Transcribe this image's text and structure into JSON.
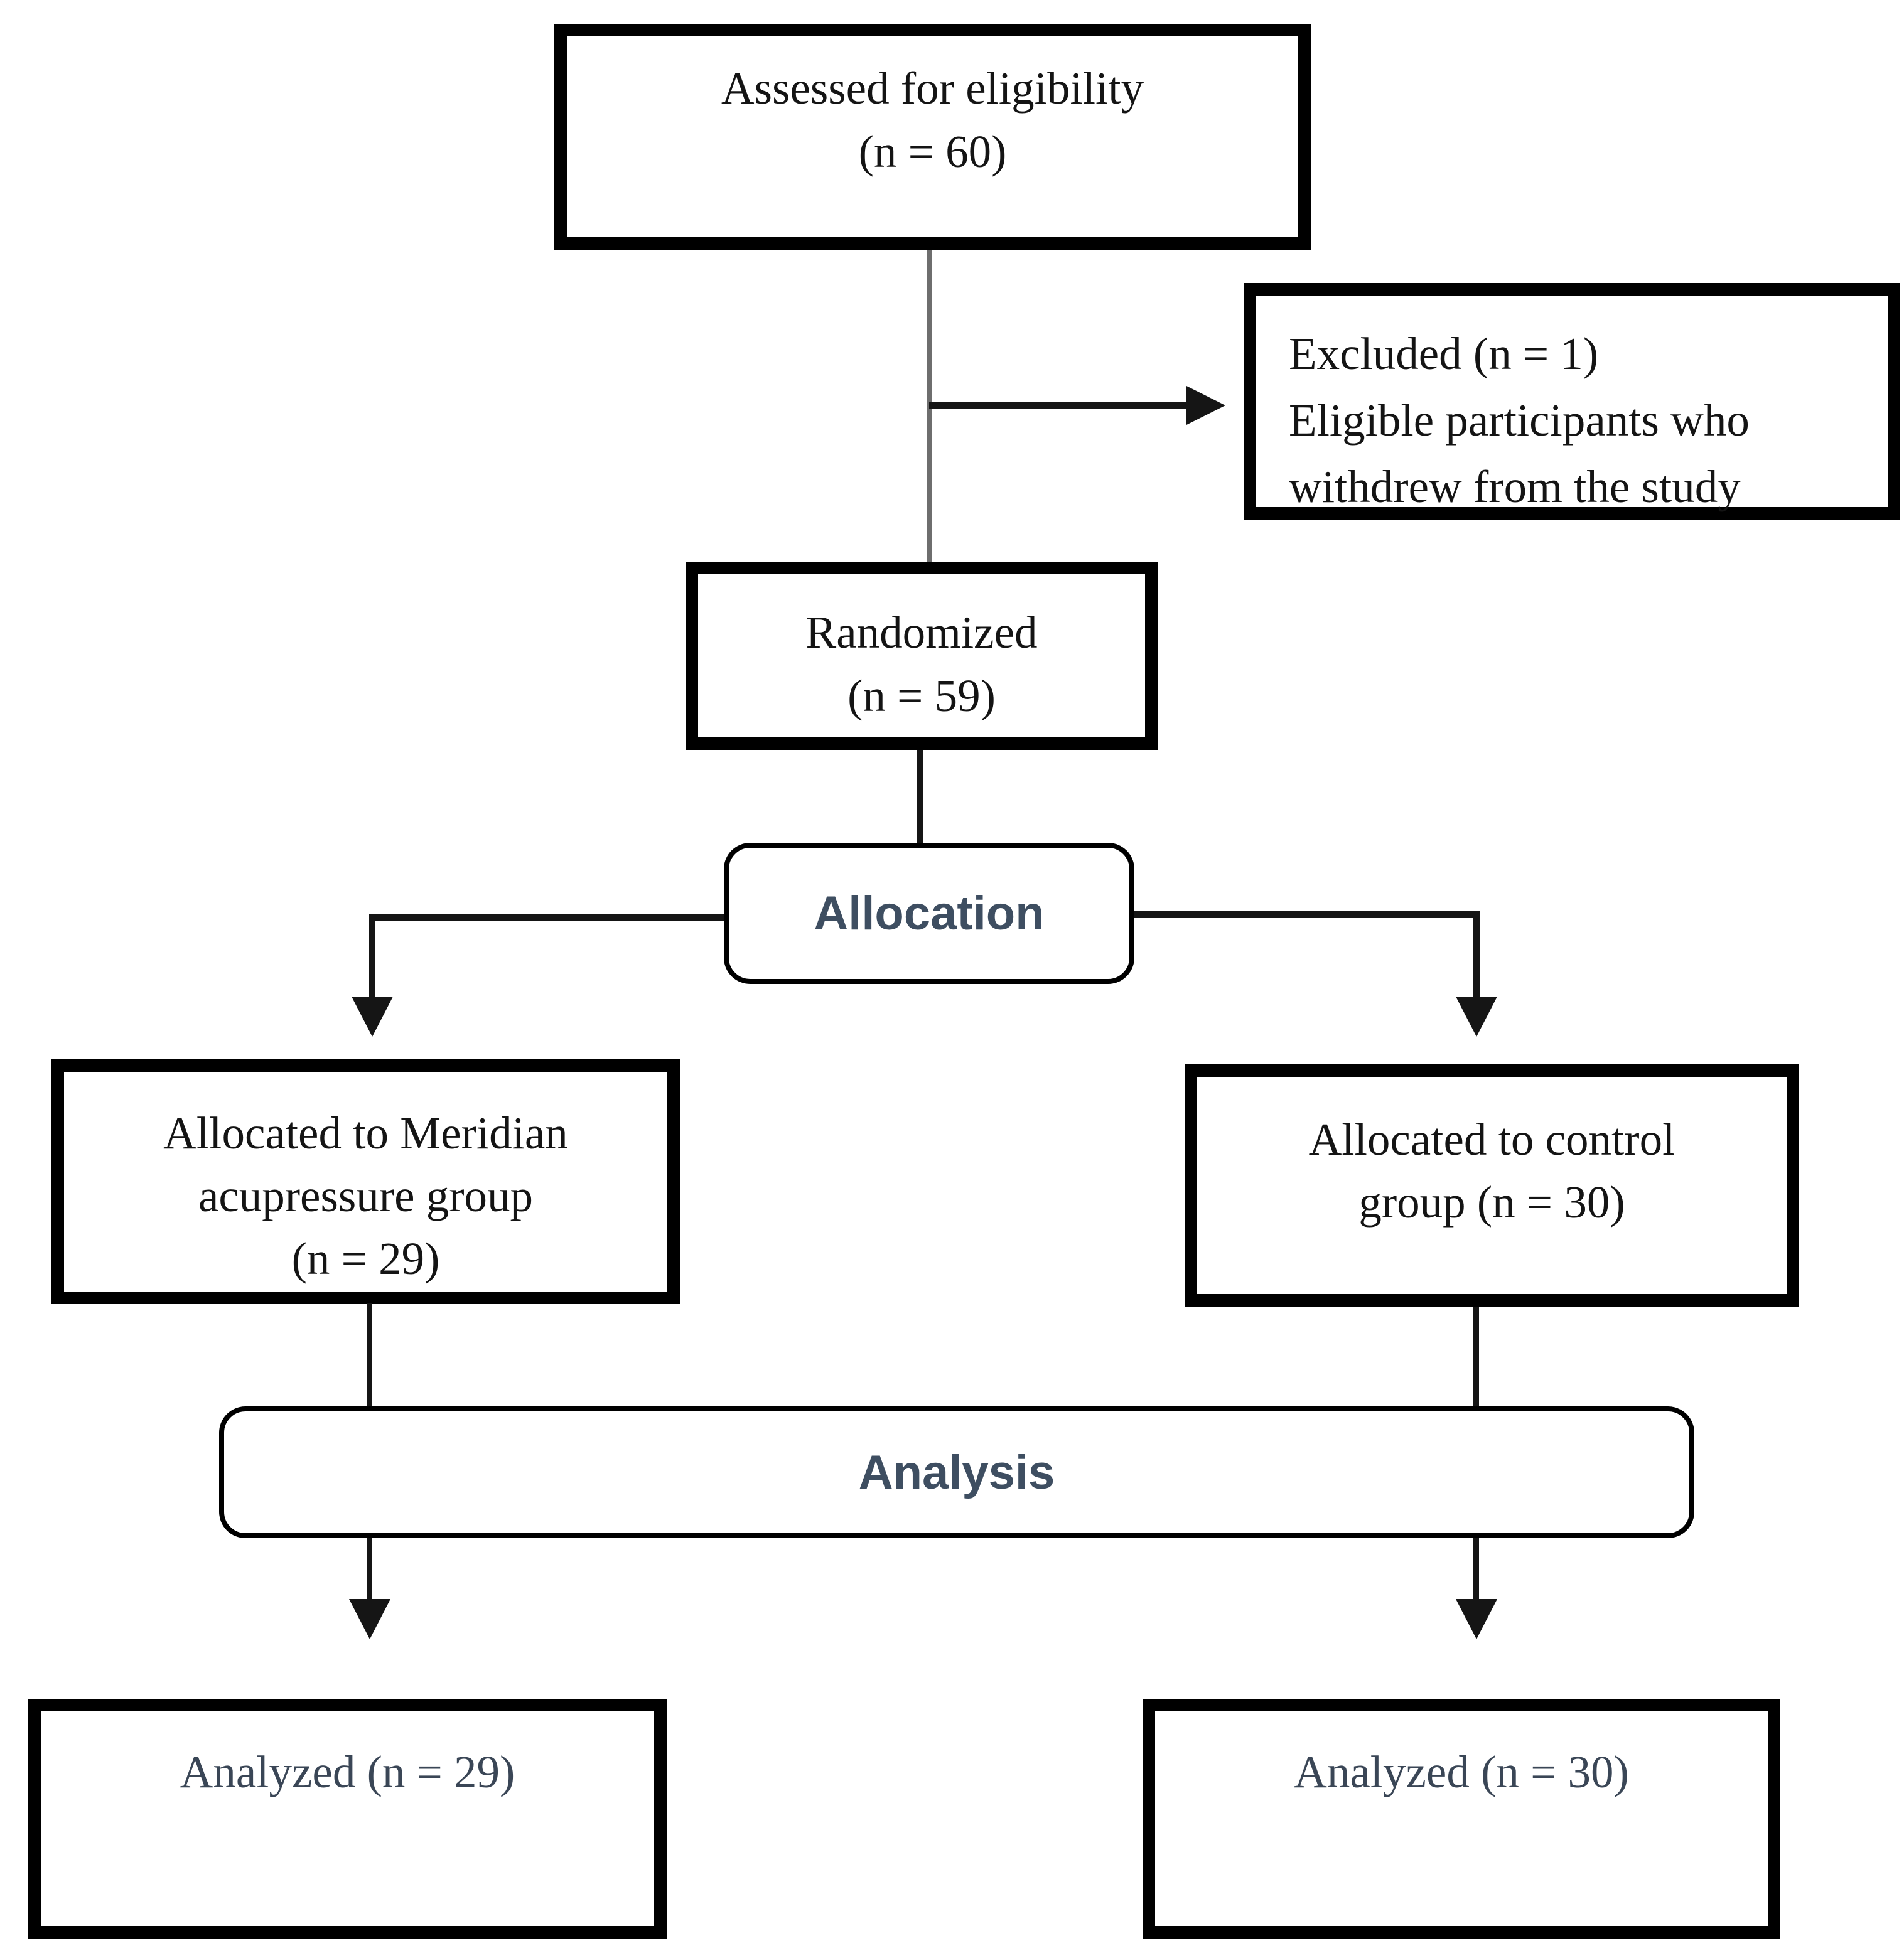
{
  "diagram_type": "participant-flow-chart",
  "colors": {
    "background": "#ffffff",
    "box_border": "#000000",
    "connector": "#151515",
    "body_text": "#141414",
    "analyzed_text": "#3a4656",
    "band_label_text": "#3e4e61"
  },
  "nodes": {
    "eligibility": {
      "lines": [
        "Assessed for eligibility",
        "(n = 60)"
      ]
    },
    "excluded": {
      "lines": [
        "Excluded (n = 1)",
        "Eligible participants who",
        "withdrew from the study"
      ]
    },
    "randomized": {
      "lines": [
        "Randomized",
        "(n = 59)"
      ]
    },
    "allocation": {
      "label": "Allocation"
    },
    "alloc_left": {
      "lines": [
        "Allocated to Meridian",
        "acupressure group",
        "(n = 29)"
      ]
    },
    "alloc_right": {
      "lines": [
        "Allocated to control",
        "group (n = 30)"
      ]
    },
    "analysis": {
      "label": "Analysis"
    },
    "analyzed_left": {
      "label": "Analyzed (n = 29)"
    },
    "analyzed_right": {
      "label": "Analyzed (n = 30)"
    }
  }
}
